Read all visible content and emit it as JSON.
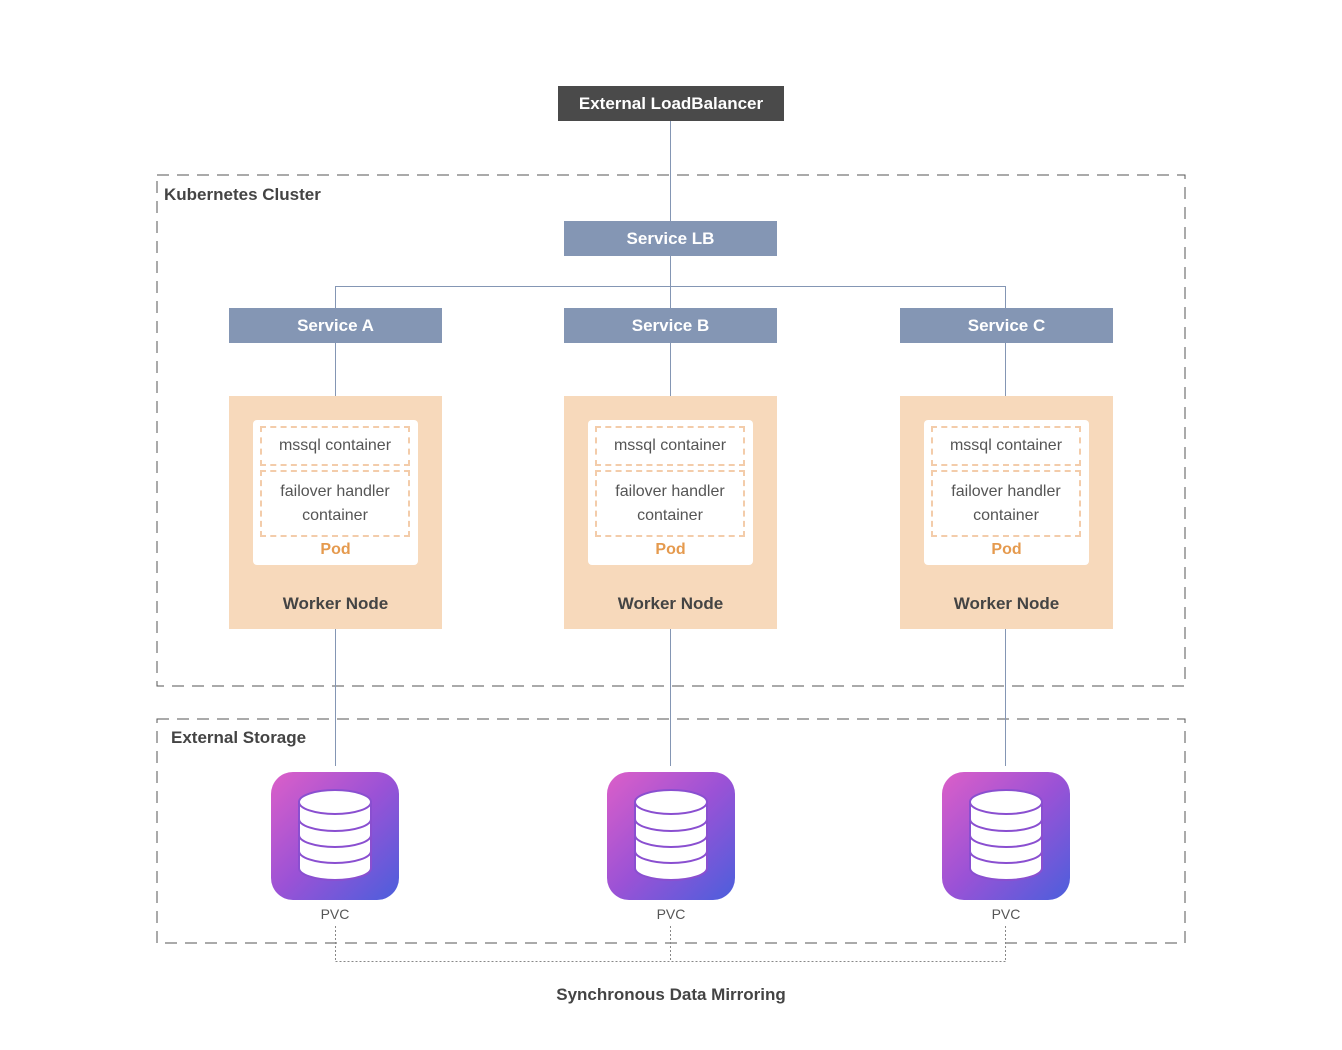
{
  "external_lb": {
    "label": "External LoadBalancer"
  },
  "cluster": {
    "label": "Kubernetes Cluster",
    "service_lb": "Service LB",
    "services": [
      "Service A",
      "Service B",
      "Service C"
    ],
    "nodes": [
      {
        "container1": "mssql container",
        "container2": "failover handler container",
        "pod": "Pod",
        "label": "Worker Node"
      },
      {
        "container1": "mssql container",
        "container2": "failover handler container",
        "pod": "Pod",
        "label": "Worker Node"
      },
      {
        "container1": "mssql container",
        "container2": "failover handler container",
        "pod": "Pod",
        "label": "Worker Node"
      }
    ]
  },
  "storage": {
    "label": "External Storage",
    "volumes": [
      "PVC",
      "PVC",
      "PVC"
    ]
  },
  "mirror_label": "Synchronous Data Mirroring",
  "colors": {
    "external_lb": "#4a4a4a",
    "service": "#8496b4",
    "node": "#f7d9bb",
    "pod_label": "#e59a4e",
    "db_gradient": [
      "#dc5fc8",
      "#9a52d6",
      "#4b5fdc"
    ]
  },
  "icons": {
    "volume": "database-icon"
  }
}
